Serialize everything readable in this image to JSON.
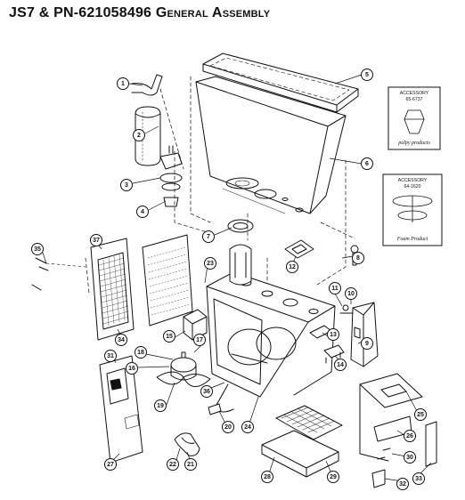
{
  "title": {
    "prefix": "JS7 & PN-621058496",
    "suffix": "General Assembly"
  },
  "accessories": [
    {
      "heading": "ACCESSORY",
      "number": "65-6737",
      "caption": "pulpy products"
    },
    {
      "heading": "ACCESSORY",
      "number": "64-1620",
      "caption": "Foam Product"
    }
  ],
  "part_numbers": [
    "1",
    "2",
    "3",
    "4",
    "5",
    "6",
    "7",
    "8",
    "9",
    "10",
    "11",
    "12",
    "13",
    "14",
    "15",
    "16",
    "17",
    "18",
    "19",
    "20",
    "21",
    "22",
    "23",
    "24",
    "25",
    "26",
    "27",
    "28",
    "29",
    "30",
    "31",
    "32",
    "33",
    "34",
    "35",
    "36",
    "37"
  ]
}
